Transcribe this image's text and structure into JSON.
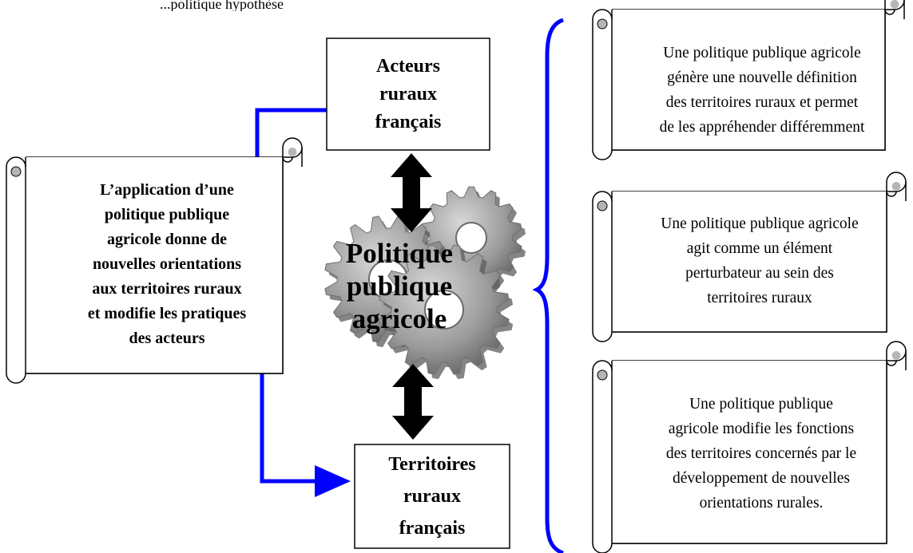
{
  "top_caption": "...politique hypothèse",
  "center_label": [
    "Politique",
    "publique",
    "agricole"
  ],
  "box_actors": [
    "Acteurs",
    "ruraux",
    "français"
  ],
  "box_territories": [
    "Territoires",
    "ruraux",
    "français"
  ],
  "scroll_left": [
    "L’application d’une",
    "politique publique",
    "agricole donne de",
    "nouvelles orientations",
    "aux territoires ruraux",
    "et modifie les pratiques",
    "des acteurs"
  ],
  "scroll_right_1": [
    "Une politique publique agricole",
    "génère une nouvelle définition",
    "des territoires ruraux et permet",
    "de les appréhender différemment"
  ],
  "scroll_right_2": [
    "Une politique publique agricole",
    "agit comme un élément",
    "perturbateur au sein des",
    "territoires ruraux"
  ],
  "scroll_right_3": [
    "Une politique publique",
    "agricole modifie les fonctions",
    "des territoires concernés par le",
    "développement de nouvelles",
    "orientations rurales."
  ],
  "colors": {
    "connector": "#0000ff",
    "arrow": "#000000",
    "gear": "#9a9a9a",
    "gear_dark": "#5c5c5c",
    "scroll_curl": "#b5b5b5"
  },
  "icons": [
    "gears-icon",
    "double-arrow-icon",
    "curly-brace-icon",
    "scroll-icon"
  ]
}
